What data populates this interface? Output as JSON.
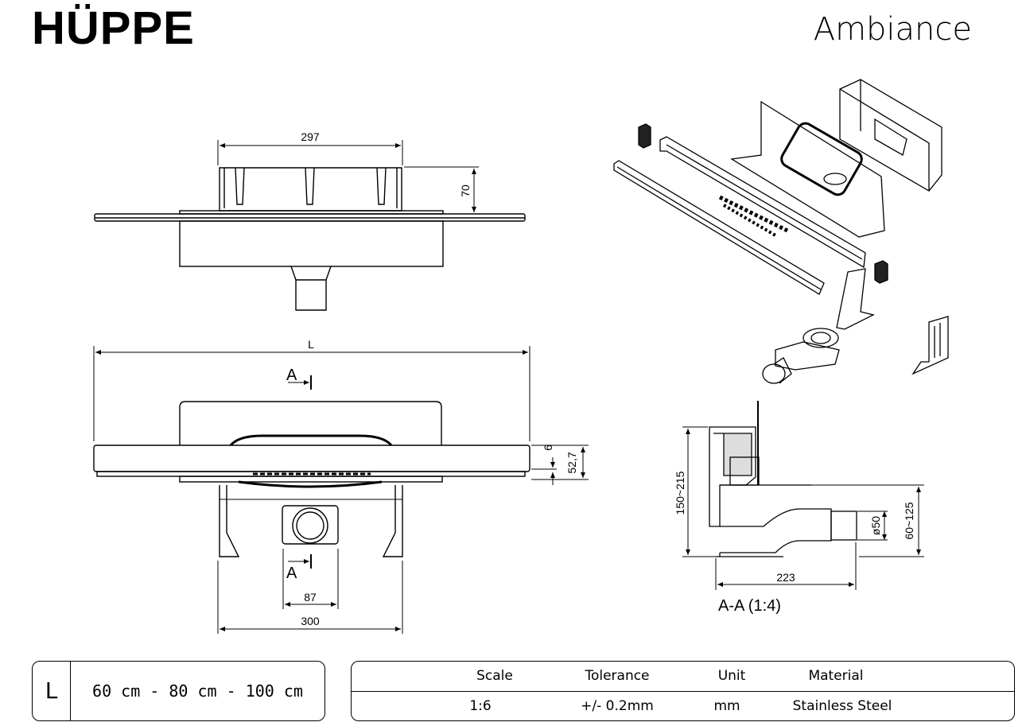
{
  "header": {
    "brand": "HÜPPE",
    "product": "Ambiance"
  },
  "dimensions": {
    "width_297": "297",
    "height_70": "70",
    "length": "L",
    "section_marker": "A",
    "dim_6": "6",
    "dim_52_7": "52,7",
    "dim_87": "87",
    "dim_300": "300",
    "dim_150_215": "150~215",
    "dim_60_125": "60~125",
    "dim_50": "ø50",
    "dim_223": "223",
    "section_label": "A-A (1:4)"
  },
  "length_box": {
    "label": "L",
    "value": "60 cm - 80 cm - 100 cm"
  },
  "spec_table": {
    "headers": [
      "Scale",
      "Tolerance",
      "Unit",
      "Material"
    ],
    "values": [
      "1:6",
      "+/- 0.2mm",
      "mm",
      "Stainless Steel"
    ]
  }
}
